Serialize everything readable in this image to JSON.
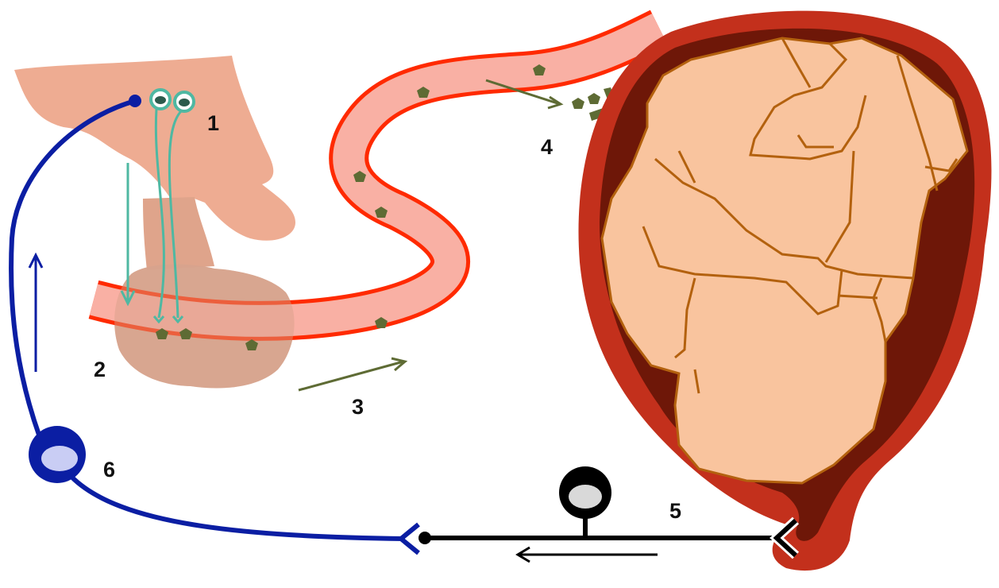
{
  "steps": [
    {
      "number": "1"
    },
    {
      "number": "2"
    },
    {
      "number": "3"
    },
    {
      "number": "4"
    },
    {
      "number": "5"
    },
    {
      "number": "6"
    }
  ],
  "colors": {
    "hypothalamus": "#eeac92",
    "pituitary": "#d9a48e",
    "vessel_wall": "#ff2a00",
    "vessel_lumen": "#f9b0a4",
    "hormone": "#5e6b34",
    "hypothalamic_neuron": "#4fb8a2",
    "uterus_outer": "#c3301c",
    "uterus_inner": "#6e1708",
    "fetus": "#f9c49e",
    "fetus_outline": "#b3610e",
    "afferent_neuron": "#000000",
    "efferent_neuron": "#0b1ea3",
    "cell_body_fill": "#c9cdf4"
  }
}
